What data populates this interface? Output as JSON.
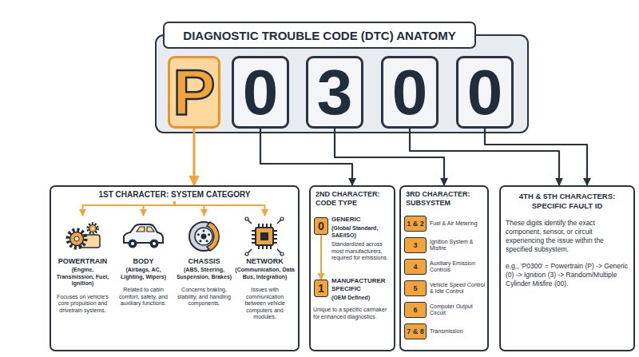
{
  "diagram": {
    "title": "DIAGNOSTIC TROUBLE CODE (DTC) ANATOMY",
    "nodes": [
      {
        "text": [
          "P"
        ]
      },
      {
        "text": [
          "0"
        ]
      },
      {
        "text": [
          "3"
        ]
      },
      {
        "text": [
          "0"
        ]
      },
      {
        "text": [
          "0"
        ]
      },
      {
        "text": [
          "1ST CHARACTER: SYSTEM CATEGORY"
        ]
      },
      {
        "text": [
          "POWERTRAIN",
          "(Engine, Transmission, Fuel, Ignition)",
          "Focuses on vehicle's core propulsion and drivetrain systems."
        ],
        "in": 5
      },
      {
        "text": [
          "BODY",
          "(Airbags, AC, Lighting, Wipers)",
          "Related to cabin comfort, safety, and auxiliary functions."
        ],
        "in": 5
      },
      {
        "text": [
          "CHASSIS",
          "(ABS, Steering, Suspension, Brakes)",
          "Concerns braking, stability, and handling components."
        ],
        "in": 5
      },
      {
        "text": [
          "NETWORK",
          "(Communication, Data Bus, Integration)",
          "Issues with communication between vehicle computers and modules."
        ],
        "in": 5
      },
      {
        "text": [
          "2ND CHARACTER: CODE TYPE"
        ]
      },
      {
        "text": [
          "0"
        ],
        "in": 10
      },
      {
        "text": [
          "1"
        ],
        "in": 10
      },
      {
        "text": [
          "3RD CHARACTER: SUBSYSTEM"
        ]
      },
      {
        "text": [
          "1 & 2"
        ],
        "in": 13
      },
      {
        "text": [
          "3"
        ],
        "in": 13
      },
      {
        "text": [
          "4"
        ],
        "in": 13
      },
      {
        "text": [
          "5"
        ],
        "in": 13
      },
      {
        "text": [
          "6"
        ],
        "in": 13
      },
      {
        "text": [
          "7 & 8"
        ],
        "in": 13
      },
      {
        "text": [
          "4TH & 5TH CHARACTERS: SPECIFIC FAULT ID",
          "These digits identify the exact component, sensor, or circuit experiencing the issue within the specified subsystem.",
          "e.g., 'P0300' = Powertrain (P) -> Generic (0) -> Ignition (3) -> Random/Multiple Cylinder Misfire (00)."
        ]
      }
    ],
    "edges": [
      {
        "from": 0,
        "to": 5,
        "arrow": "to"
      },
      {
        "from": 1,
        "to": 10,
        "arrow": "to"
      },
      {
        "from": 2,
        "to": 13,
        "arrow": "to"
      },
      {
        "from": 3,
        "to": 20,
        "arrow": "to"
      },
      {
        "from": 4,
        "to": 20,
        "arrow": "to"
      },
      {
        "from": 5,
        "to": 6,
        "arrow": "to"
      },
      {
        "from": 5,
        "to": 7,
        "arrow": "to"
      },
      {
        "from": 5,
        "to": 8,
        "arrow": "to"
      },
      {
        "from": 5,
        "to": 9,
        "arrow": "to"
      },
      {
        "from": 11,
        "to": 12,
        "arrow": "to"
      }
    ],
    "labels": [
      "GENERIC",
      "(Global Standard, SAE/ISO)",
      "Standardized across most manufacturers, required for emissions.",
      "MANUFACTURER SPECIFIC",
      "(OEM Defined)",
      "Unique to a specific carmaker for enhanced diagnostics.",
      "Fuel & Air Metering",
      "Ignition System & Misfire",
      "Auxiliary Emission Controls",
      "Vehicle Speed Control & Idle Control",
      "Computer Output Circuit",
      "Transmission"
    ]
  }
}
